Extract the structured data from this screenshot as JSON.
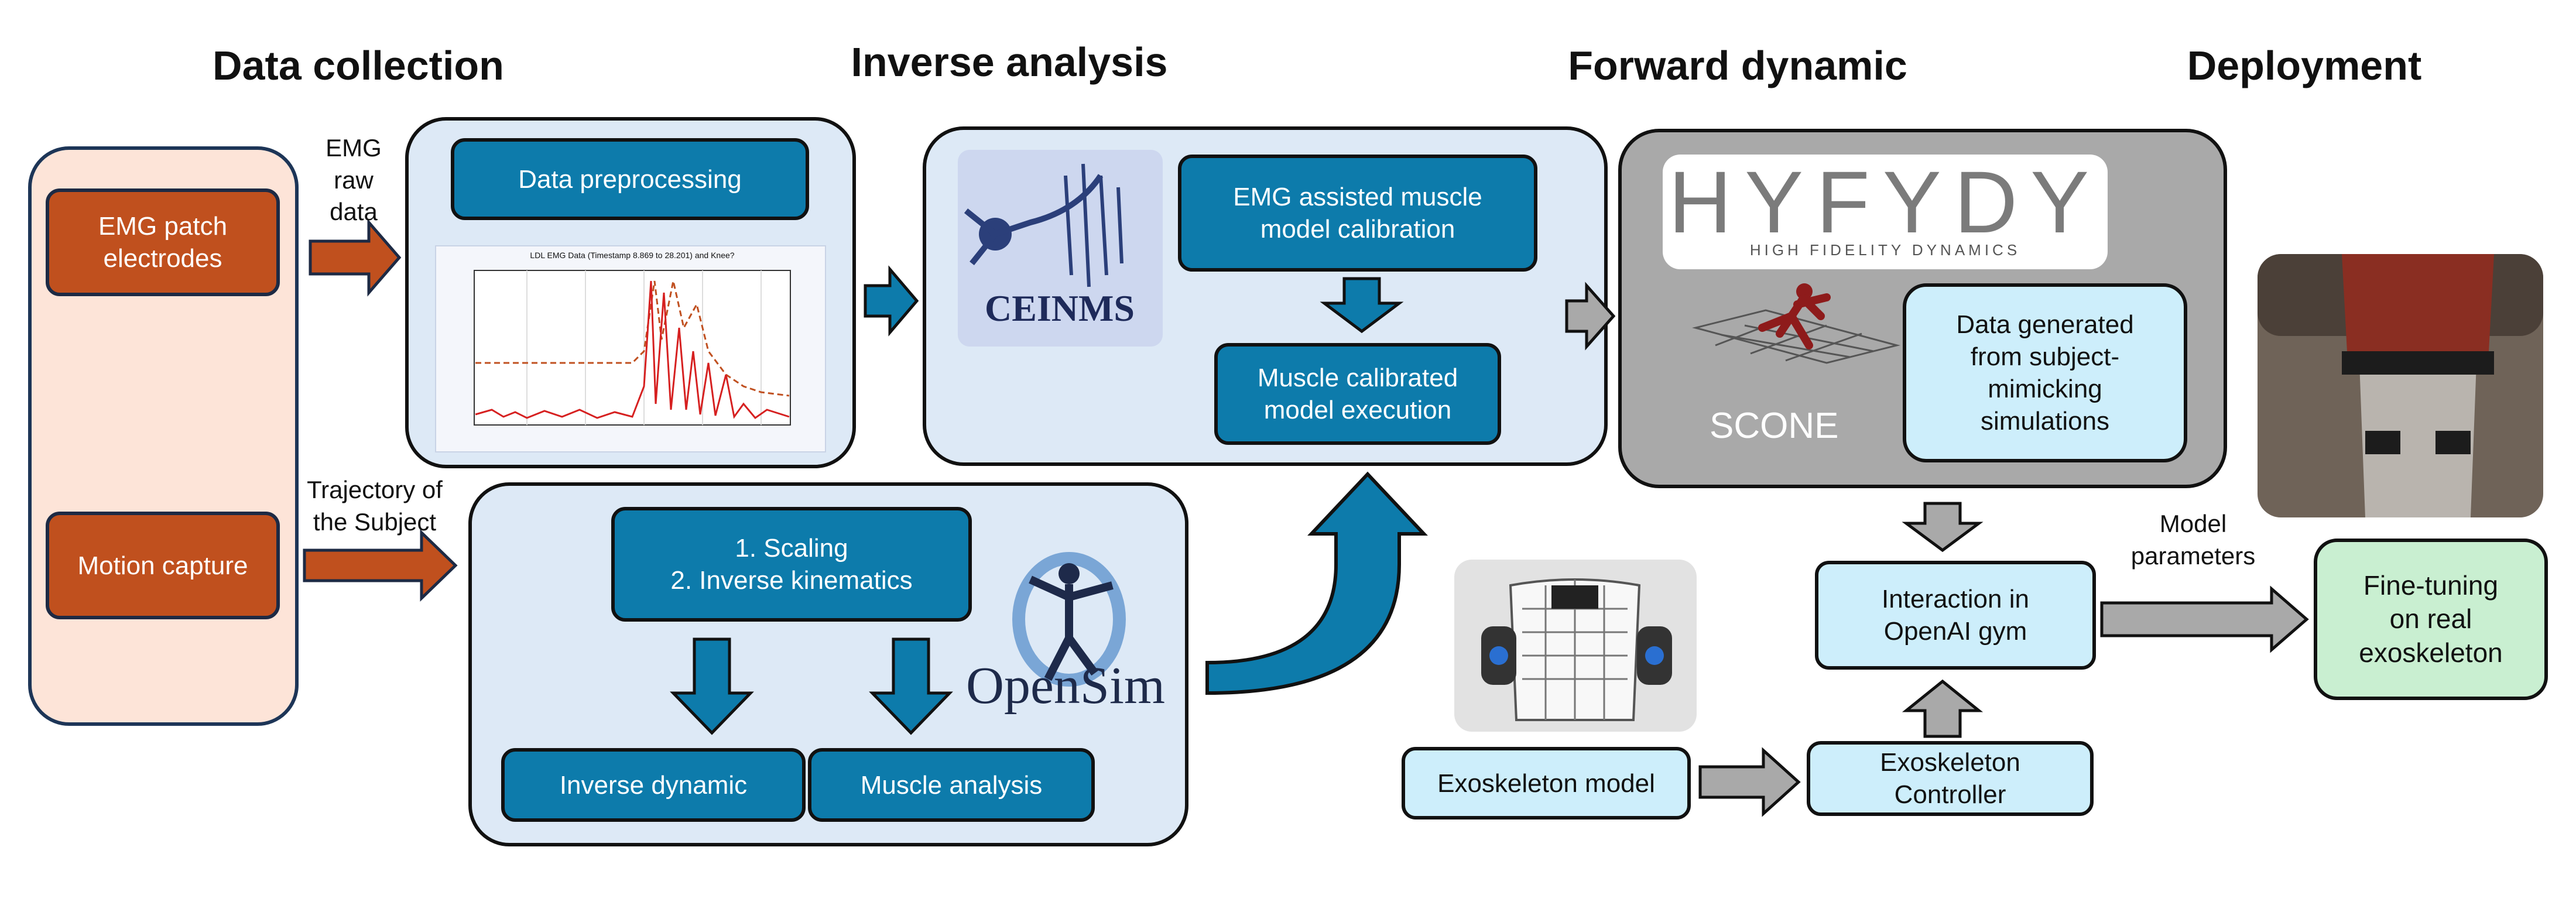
{
  "headings": {
    "data_collection": "Data collection",
    "inverse_analysis": "Inverse analysis",
    "forward_dynamic": "Forward dynamic",
    "deployment": "Deployment"
  },
  "data_collection": {
    "emg_patch": "EMG patch\nelectrodes",
    "motion_capture": "Motion capture",
    "emg_raw_label": "EMG\nraw\ndata",
    "trajectory_label": "Trajectory of\nthe Subject"
  },
  "preprocessing": {
    "title": "Data preprocessing",
    "plot_title": "LDL EMG Data (Timestamp 8.869 to 28.201) and Knee?"
  },
  "inverse": {
    "ceinms_logo": "CEINMS",
    "emg_calibration": "EMG assisted muscle\nmodel calibration",
    "muscle_execution": "Muscle calibrated\nmodel execution",
    "scaling": "1. Scaling\n2. Inverse kinematics",
    "opensim_logo": "OpenSim",
    "inverse_dynamic": "Inverse dynamic",
    "muscle_analysis": "Muscle analysis"
  },
  "forward": {
    "hyfydy_logo": "HYFYDY",
    "hyfydy_tagline": "HIGH FIDELITY DYNAMICS",
    "scone_logo": "SCONE",
    "data_generated": "Data generated\nfrom subject-\nmimicking\nsimulations",
    "interaction": "Interaction in\nOpenAI gym",
    "exo_model": "Exoskeleton model",
    "exo_controller": "Exoskeleton\nController"
  },
  "deployment": {
    "model_parameters": "Model\nparameters",
    "fine_tuning": "Fine-tuning\non real\nexoskeleton"
  },
  "colors": {
    "teal": "#0d7bab",
    "orange": "#c0501e",
    "light_blue": "#cdeefb",
    "panel_blue": "#dde9f6",
    "peach": "#fde4d8",
    "grey_panel": "#a9a9a9",
    "green": "#c9efd1"
  }
}
